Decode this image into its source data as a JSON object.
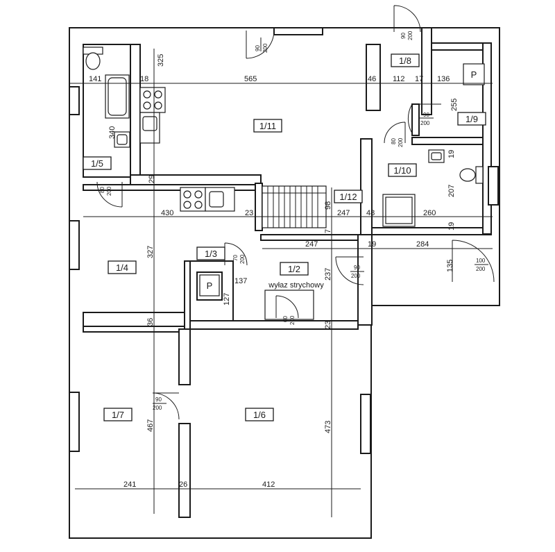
{
  "rooms": [
    {
      "id": "r1_11",
      "label": "1/11"
    },
    {
      "id": "r1_8",
      "label": "1/8"
    },
    {
      "id": "r1_9",
      "label": "1/9"
    },
    {
      "id": "r1_10",
      "label": "1/10"
    },
    {
      "id": "r1_12",
      "label": "1/12"
    },
    {
      "id": "r1_5",
      "label": "1/5"
    },
    {
      "id": "r1_4",
      "label": "1/4"
    },
    {
      "id": "r1_3",
      "label": "1/3"
    },
    {
      "id": "r1_2",
      "label": "1/2"
    },
    {
      "id": "r1_7",
      "label": "1/7"
    },
    {
      "id": "r1_6",
      "label": "1/6"
    }
  ],
  "dimensions": {
    "d141": "141",
    "d18": "18",
    "d565": "565",
    "d46": "46",
    "d112": "112",
    "d17": "17",
    "d136": "136",
    "d325": "325",
    "d340": "340",
    "d255": "255",
    "d19a": "19",
    "d207": "207",
    "d29": "29",
    "d430": "430",
    "d23a": "23",
    "d98": "98",
    "d247a": "247",
    "d48": "48",
    "d260": "260",
    "d19b": "19",
    "d7": "7",
    "d247b": "247",
    "d19c": "19",
    "d284": "284",
    "d327": "327",
    "d137": "137",
    "d127": "127",
    "d237": "237",
    "d135": "135",
    "d36": "36",
    "d23b": "23",
    "d467": "467",
    "d473": "473",
    "d241": "241",
    "d26": "26",
    "d412": "412"
  },
  "doors": {
    "top": {
      "w": "90",
      "h": "200"
    },
    "r18": {
      "w": "90",
      "h": "200"
    },
    "r19": {
      "w": "90",
      "h": "200"
    },
    "r110": {
      "w": "80",
      "h": "200"
    },
    "r15": {
      "w": "80",
      "h": "200"
    },
    "r13": {
      "w": "70",
      "h": "200"
    },
    "attic": {
      "w": "60",
      "h": "200"
    },
    "r12": {
      "w": "90",
      "h": "200"
    },
    "entry": {
      "w": "100",
      "h": "200"
    },
    "r17": {
      "w": "90",
      "h": "200"
    }
  },
  "labels": {
    "attic_hatch": "wyłaz strychowy",
    "p_top": "P",
    "p_mid": "P"
  }
}
